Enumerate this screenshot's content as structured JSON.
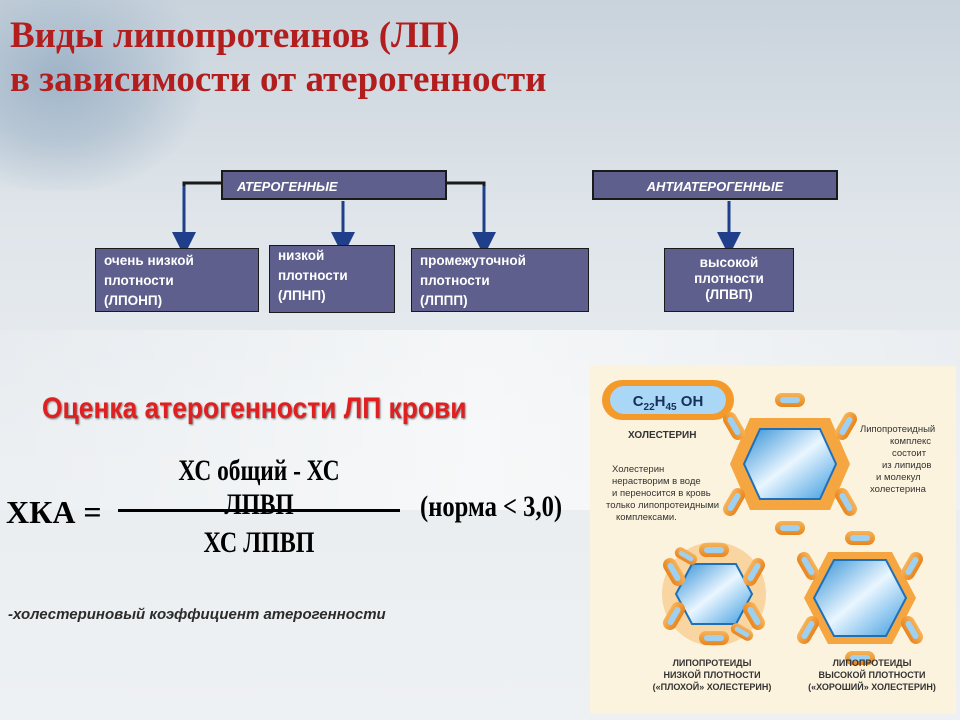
{
  "slide": {
    "title_line1": "Виды липопротеинов (ЛП)",
    "title_line2": "в зависимости от атерогенности"
  },
  "groups": {
    "atherogenic": "АТЕРОГЕННЫЕ",
    "antiatherogenic": "АНТИАТЕРОГЕННЫЕ"
  },
  "lipoproteins": [
    {
      "line1": "очень низкой",
      "line2": "плотности",
      "line3": "(ЛПОНП)"
    },
    {
      "line1": "низкой",
      "line2": "плотности",
      "line3": "(ЛПНП)"
    },
    {
      "line1": "промежуточной",
      "line2": "плотности",
      "line3": "(ЛППП)"
    },
    {
      "line1": "высокой",
      "line2": "плотности",
      "line3": "(ЛПВП)"
    }
  ],
  "evaluation": {
    "heading": "Оценка атерогенности ЛП крови",
    "lhs": "ХКА =",
    "numerator": "ХС общий - ХС ЛПВП",
    "denominator": "ХС ЛПВП",
    "norm": "(норма < 3,0)",
    "note": "-холестериновый коэффициент атерогенности"
  },
  "diagram": {
    "formula_base": "C",
    "formula_sub1": "22",
    "formula_mid": "H",
    "formula_sub2": "45",
    "formula_end": " OH",
    "cholesterol_label": "ХОЛЕСТЕРИН",
    "left_text": [
      "Холестерин",
      "нерастворим в воде",
      "и переносится в кровь",
      "только липопротеидными",
      "комплексами."
    ],
    "right_text": [
      "Липопротеидный",
      "комплекс",
      "состоит",
      "из липидов",
      "и молекул",
      "холестерина"
    ],
    "ldl_caption": [
      "ЛИПОПРОТЕИДЫ",
      "НИЗКОЙ ПЛОТНОСТИ",
      "(«ПЛОХОЙ» ХОЛЕСТЕРИН)"
    ],
    "hdl_caption": [
      "ЛИПОПРОТЕИДЫ",
      "ВЫСОКОЙ ПЛОТНОСТИ",
      "(«ХОРОШИЙ» ХОЛЕСТЕРИН)"
    ],
    "colors": {
      "capsule": "#f39a2b",
      "hex_fill": "#4fa8e0",
      "background": "#fbf3dd"
    }
  },
  "colors": {
    "title": "#b21e1e",
    "box": "#5f5f8e",
    "eval_heading": "#e02020",
    "arrow": "#1f3f8a"
  }
}
